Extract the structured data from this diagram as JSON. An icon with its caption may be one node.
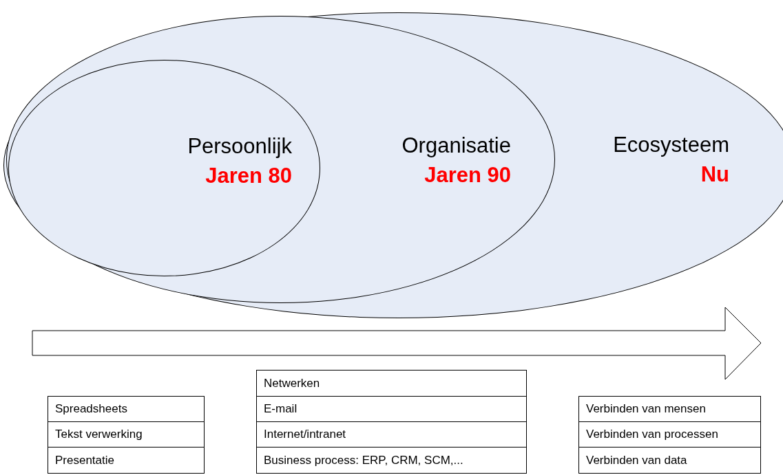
{
  "diagram": {
    "nodes": [
      {
        "text": [
          "Ecosysteem",
          "Nu"
        ]
      },
      {
        "text": [
          "Organisatie",
          "Jaren 90"
        ],
        "in": 0
      },
      {
        "text": [
          "Persoonlijk",
          "Jaren 80"
        ],
        "in": 1
      },
      {
        "text": [
          "Spreadsheets"
        ]
      },
      {
        "text": [
          "Tekst verwerking"
        ]
      },
      {
        "text": [
          "Presentatie"
        ]
      },
      {
        "text": [
          "Netwerken"
        ]
      },
      {
        "text": [
          "E-mail"
        ]
      },
      {
        "text": [
          "Internet/intranet"
        ]
      },
      {
        "text": [
          "Business process: ERP, CRM, SCM,..."
        ]
      },
      {
        "text": [
          "Verbinden van mensen"
        ]
      },
      {
        "text": [
          "Verbinden van processen"
        ]
      },
      {
        "text": [
          "Verbinden van data"
        ]
      }
    ],
    "edges": []
  }
}
